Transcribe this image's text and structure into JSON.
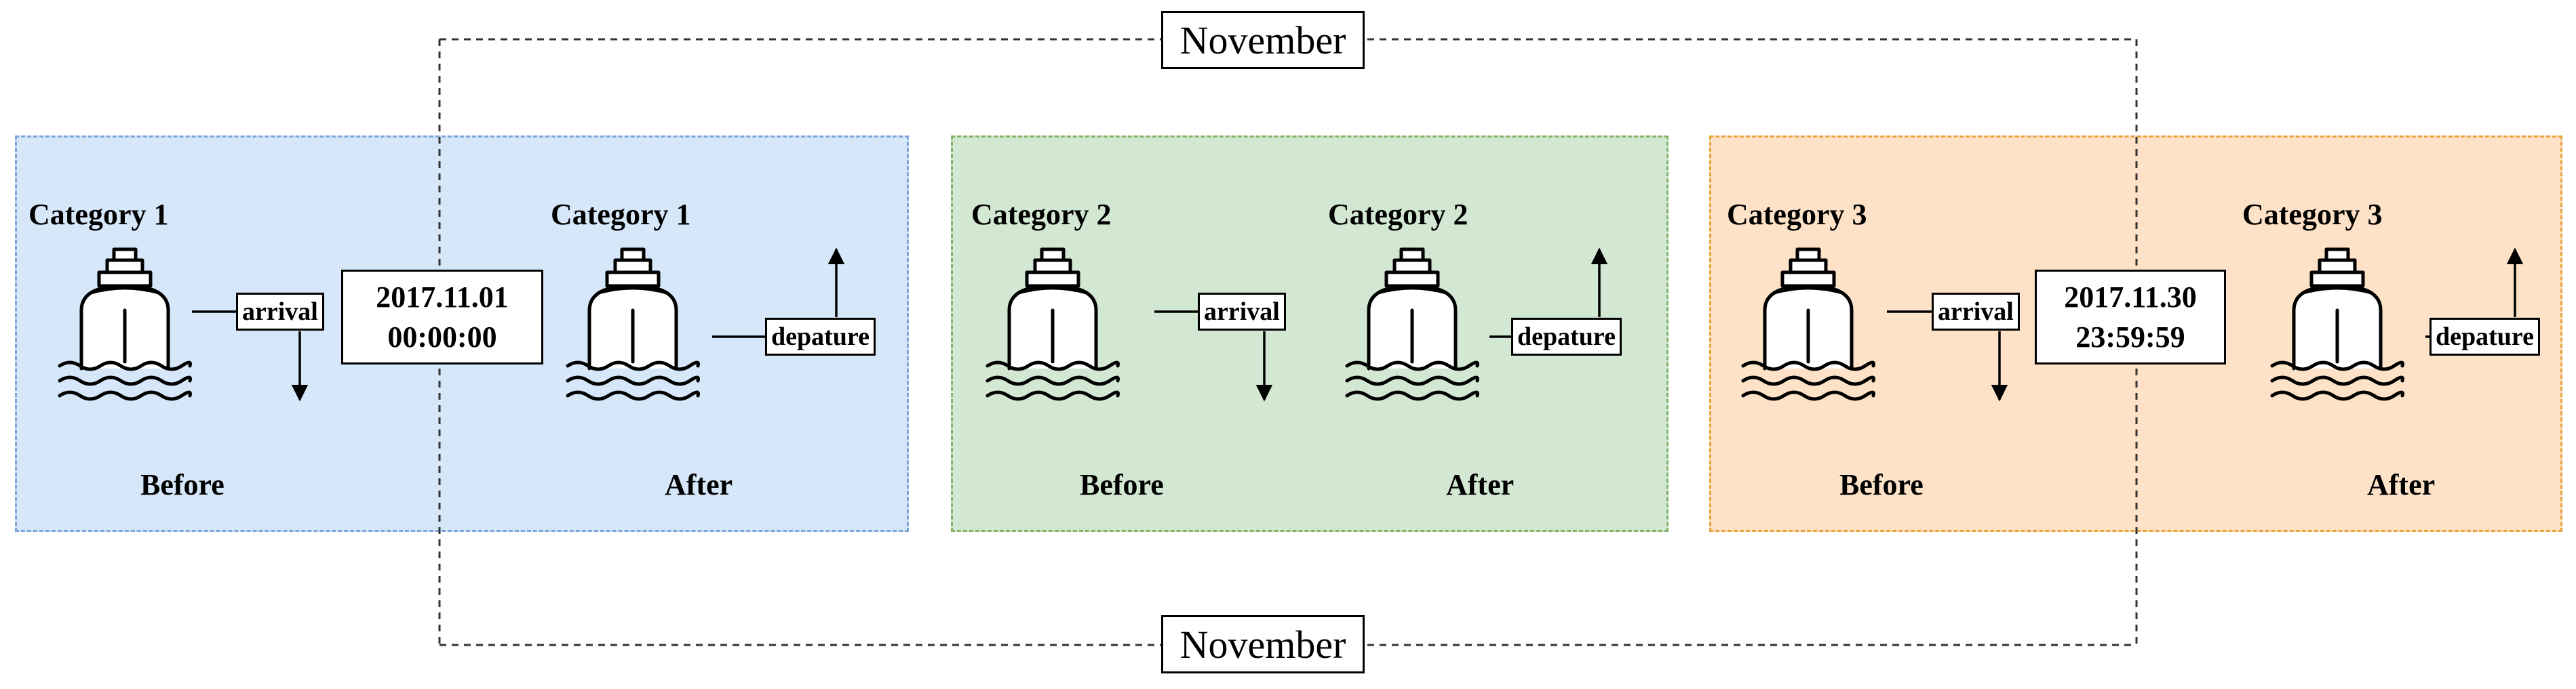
{
  "frame": {
    "top_label": "November",
    "bottom_label": "November"
  },
  "colors": {
    "panel_1": "#d6e7f9",
    "panel_2": "#d3e8d3",
    "panel_3": "#fde2c7"
  },
  "panels": [
    {
      "left_category": "Category 1",
      "right_category": "Category 1",
      "arrival_label": "arrival",
      "departure_label": "depature",
      "before_label": "Before",
      "after_label": "After"
    },
    {
      "left_category": "Category 2",
      "right_category": "Category 2",
      "arrival_label": "arrival",
      "departure_label": "depature",
      "before_label": "Before",
      "after_label": "After"
    },
    {
      "left_category": "Category 3",
      "right_category": "Category 3",
      "arrival_label": "arrival",
      "departure_label": "depature",
      "before_label": "Before",
      "after_label": "After"
    }
  ],
  "timestamps": {
    "start": {
      "date": "2017.11.01",
      "time": "00:00:00"
    },
    "end": {
      "date": "2017.11.30",
      "time": "23:59:59"
    }
  },
  "icons": {
    "vessel": "ship-icon"
  }
}
